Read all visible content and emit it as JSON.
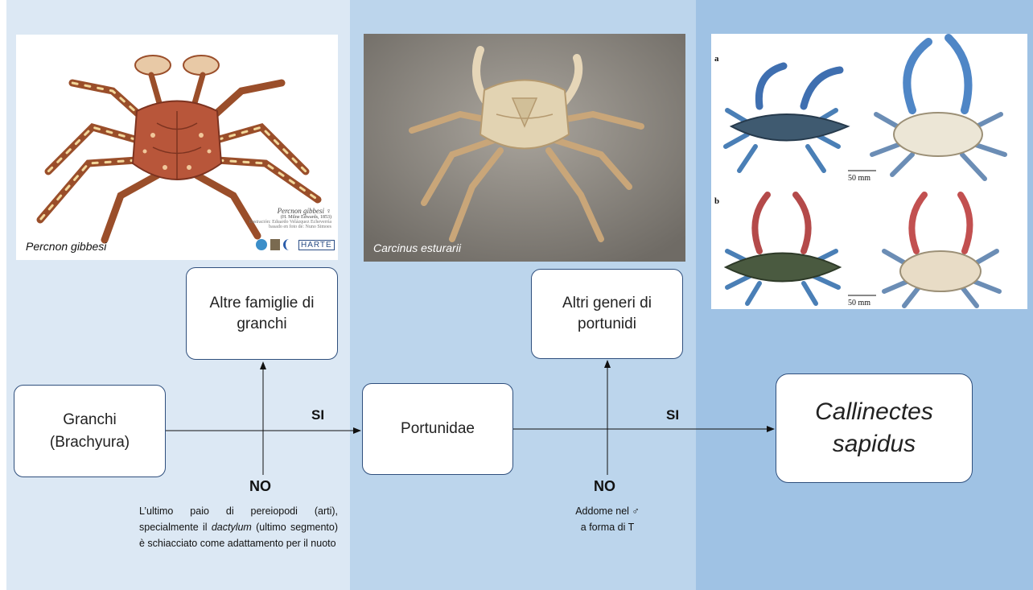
{
  "nodes": {
    "granchi": {
      "line1": "Granchi",
      "line2": "(Brachyura)"
    },
    "altre_famiglie": {
      "line1": "Altre famiglie di",
      "line2": "granchi"
    },
    "portunidae": {
      "label": "Portunidae"
    },
    "altri_generi": {
      "line1": "Altri generi di",
      "line2": "portunidi"
    },
    "callinectes": {
      "line1": "Callinectes",
      "line2": "sapidus"
    }
  },
  "edges": {
    "si_1": "SI",
    "si_2": "SI",
    "no_1": "NO",
    "no_2": "NO"
  },
  "criteria": {
    "first": {
      "part1": "L’ultimo paio di pereiopodi (arti), specialmente il ",
      "emph": "dactylum",
      "part2": " (ultimo segmento) è schiacciato come adattamento per il nuoto"
    },
    "second": {
      "line1": "Addome nel ♂",
      "line2": "a forma di T"
    }
  },
  "images": {
    "percnon": {
      "caption": "Percnon gibbesi",
      "credit_title": "Percnon gibbesi ♀",
      "credit_line1": "(H. Milne Edwards, 1853)",
      "credit_line2": "Ilustración: Eduardo Velázquez Echeverría",
      "credit_line3": "basado en foto de: Nuno Simoes",
      "logo_text": "HARTE"
    },
    "carcinus": {
      "caption": "Carcinus esturarii"
    },
    "callinectes": {
      "label_a": "a",
      "label_b": "b",
      "scale_a": "50 mm",
      "scale_b": "50 mm"
    }
  },
  "colors": {
    "panel_left": "#dce8f4",
    "panel_mid": "#bcd5ec",
    "panel_right": "#9fc2e4",
    "box_border": "#2f4f7d",
    "arrow": "#111111"
  }
}
